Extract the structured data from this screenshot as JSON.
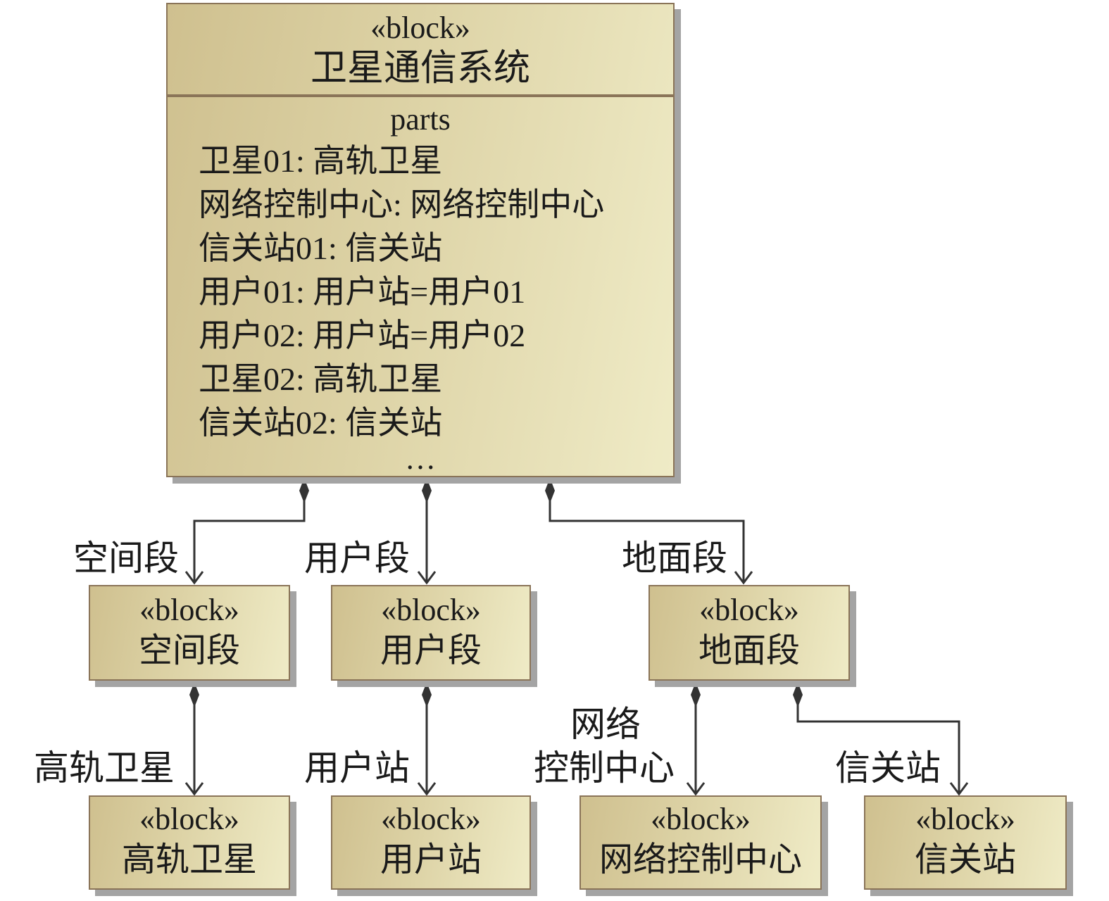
{
  "root": {
    "stereotype": "«block»",
    "name": "卫星通信系统",
    "parts_title": "parts",
    "parts": [
      "卫星01: 高轨卫星",
      "网络控制中心: 网络控制中心",
      "信关站01: 信关站",
      "用户01: 用户站=用户01",
      "用户02: 用户站=用户02",
      "卫星02: 高轨卫星",
      "信关站02: 信关站"
    ],
    "ellipsis": "…"
  },
  "blocks": [
    {
      "stereotype": "«block»",
      "name": "空间段"
    },
    {
      "stereotype": "«block»",
      "name": "用户段"
    },
    {
      "stereotype": "«block»",
      "name": "地面段"
    },
    {
      "stereotype": "«block»",
      "name": "高轨卫星"
    },
    {
      "stereotype": "«block»",
      "name": "用户站"
    },
    {
      "stereotype": "«block»",
      "name": "网络控制中心"
    },
    {
      "stereotype": "«block»",
      "name": "信关站"
    }
  ],
  "role_labels": {
    "space": "空间段",
    "user": "用户段",
    "ground": "地面段",
    "geo_sat": "高轨卫星",
    "user_station": "用户站",
    "ncc_line1": "网络",
    "ncc_line2": "控制中心",
    "gateway": "信关站"
  },
  "colors": {
    "block_fill_dark": "#cfc08f",
    "block_fill_light": "#efebc6",
    "block_border": "#8a7458",
    "line": "#333333",
    "shadow": "#a4a4a4"
  }
}
